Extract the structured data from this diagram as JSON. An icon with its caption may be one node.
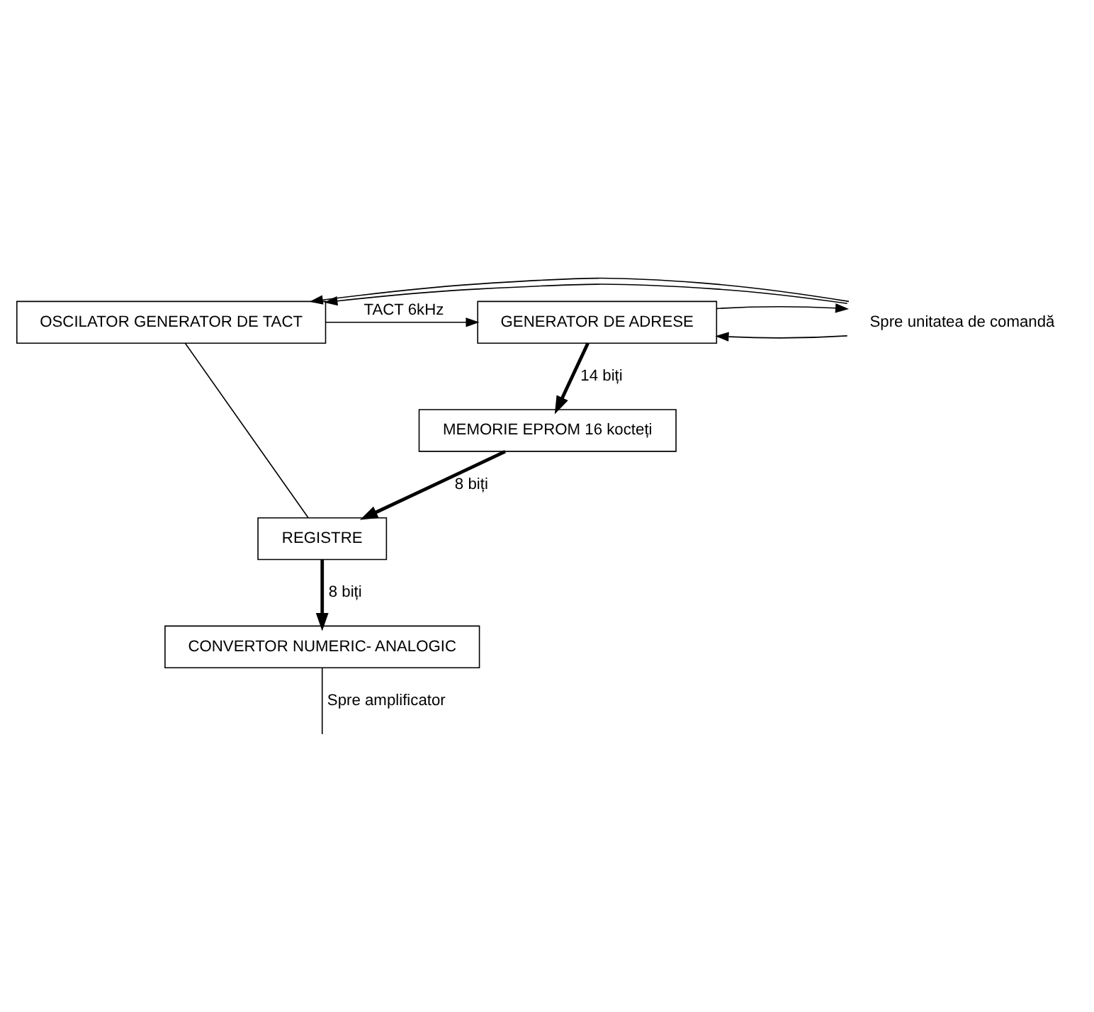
{
  "diagram": {
    "nodes": [
      {
        "text": [
          "OSCILATOR GENERATOR DE TACT"
        ]
      },
      {
        "text": [
          "GENERATOR DE ADRESE"
        ]
      },
      {
        "text": [
          "MEMORIE EPROM 16 kocteți"
        ]
      },
      {
        "text": [
          "REGISTRE"
        ]
      },
      {
        "text": [
          "CONVERTOR NUMERIC- ANALOGIC"
        ]
      },
      {
        "text": [
          "Spre unitatea de comandă"
        ]
      }
    ],
    "edges": [
      {
        "from": 0,
        "to": 1,
        "arrow": "to",
        "label": "TACT 6kHz"
      },
      {
        "from": 0,
        "to": 3,
        "arrow": "none"
      },
      {
        "from": 5,
        "to": 0,
        "arrow": "to"
      },
      {
        "from": 5,
        "to": 1,
        "arrow": "to"
      },
      {
        "from": 5,
        "to": 0,
        "arrow": "to"
      },
      {
        "from": 1,
        "to": 5,
        "arrow": "to"
      },
      {
        "from": 1,
        "to": 2,
        "arrow": "to",
        "label": "14 biți",
        "style": "thick"
      },
      {
        "from": 2,
        "to": 3,
        "arrow": "to",
        "label": "8 biți",
        "style": "thick"
      },
      {
        "from": 3,
        "to": 4,
        "arrow": "to",
        "label": "8 biți",
        "style": "thick"
      },
      {
        "from": 4,
        "to": null,
        "arrow": "none",
        "label": "Spre amplificator"
      }
    ]
  }
}
